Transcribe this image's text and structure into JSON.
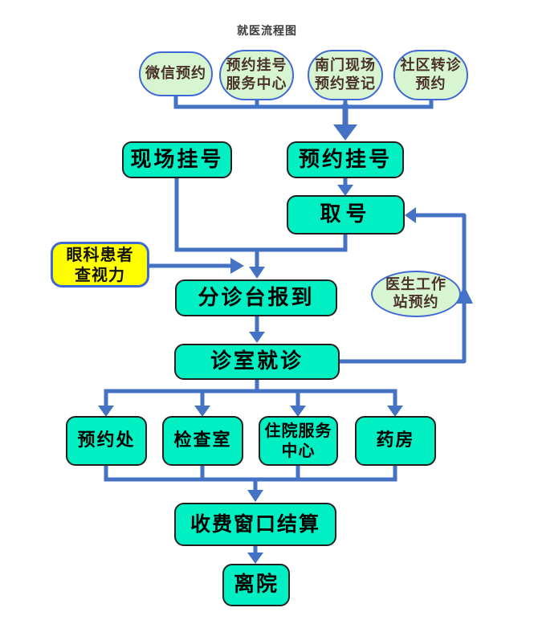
{
  "title": "就医流程图",
  "colors": {
    "teal_fill": "#00F0C4",
    "teal_border": "#1F1F1F",
    "green_fill": "#D6F5D0",
    "green_border": "#4169D6",
    "yellow_fill": "#FFFF00",
    "connector_blue": "#4472C4",
    "ellipse_text": "#4A322A",
    "box_text": "#000000",
    "title_text": "#3D3D3D"
  },
  "nodes": {
    "wechat": {
      "label": "微信预约"
    },
    "service_center": {
      "label": "预约挂号\n服务中心"
    },
    "south_gate": {
      "label": "南门现场\n预约登记"
    },
    "community": {
      "label": "社区转诊\n预约"
    },
    "onsite_register": {
      "label": "现场挂号"
    },
    "appointment_register": {
      "label": "预约挂号"
    },
    "take_number": {
      "label": "取号"
    },
    "eye_patient": {
      "label": "眼科患者\n查视力"
    },
    "triage": {
      "label": "分诊台报到"
    },
    "doctor_station": {
      "label": "医生工作\n站预约"
    },
    "consult_room": {
      "label": "诊室就诊"
    },
    "appointment_office": {
      "label": "预约处"
    },
    "exam_room": {
      "label": "检查室"
    },
    "inpatient_center": {
      "label": "住院服务\n中心"
    },
    "pharmacy": {
      "label": "药房"
    },
    "payment": {
      "label": "收费窗口结算"
    },
    "leave": {
      "label": "离院"
    }
  }
}
